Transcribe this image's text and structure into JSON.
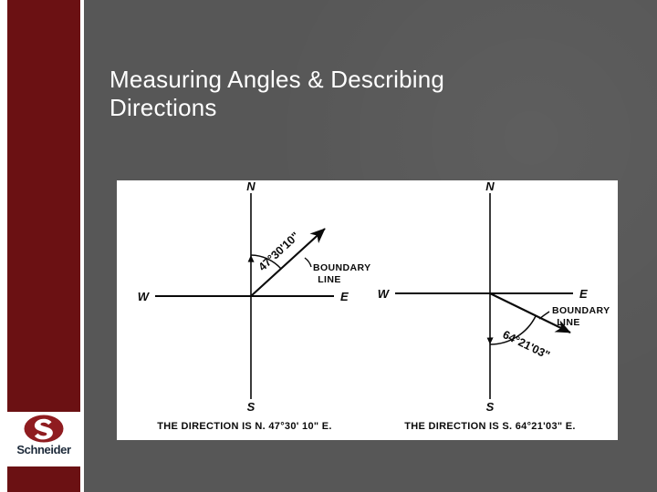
{
  "slide": {
    "title": "Measuring Angles & Describing\nDirections",
    "background_color": "#575757",
    "accent_color": "#6b1113"
  },
  "branding": {
    "logo_name": "schneider-logo",
    "wordmark": "Schneider",
    "logo_color": "#8f1c20",
    "wordmark_color": "#1d2a3a"
  },
  "figure": {
    "background_color": "#ffffff",
    "diagrams": [
      {
        "id": "left",
        "compass": {
          "north": "N",
          "south": "S",
          "east": "E",
          "west": "W"
        },
        "angle_label": "47°30'10\"",
        "boundary_label_line1": "BOUNDARY",
        "boundary_label_line2": "LINE",
        "caption": "THE  DIRECTION  IS  N. 47°30' 10\" E.",
        "bearing_from": "N",
        "bearing_to": "E",
        "bearing_degrees": 47,
        "bearing_minutes": 30,
        "bearing_seconds": 10
      },
      {
        "id": "right",
        "compass": {
          "north": "N",
          "south": "S",
          "east": "E",
          "west": "W"
        },
        "angle_label": "64°21'03\"",
        "boundary_label_line1": "BOUNDARY",
        "boundary_label_line2": "LINE",
        "caption": "THE  DIRECTION  IS  S. 64°21'03\" E.",
        "bearing_from": "S",
        "bearing_to": "E",
        "bearing_degrees": 64,
        "bearing_minutes": 21,
        "bearing_seconds": 3
      }
    ]
  }
}
